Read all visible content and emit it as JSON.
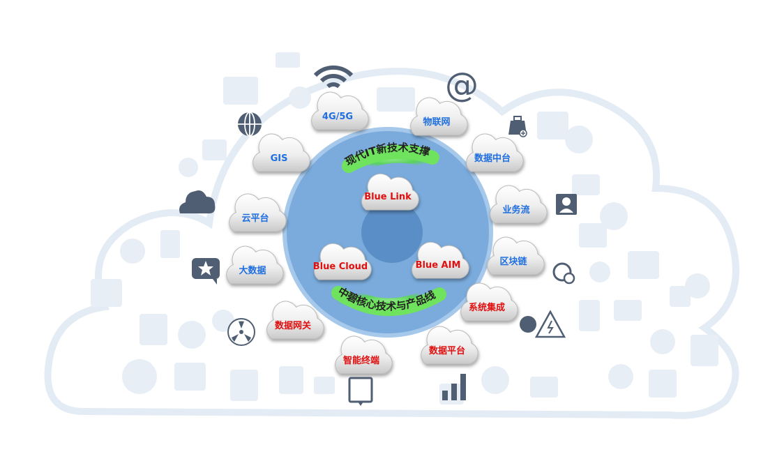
{
  "center": {
    "arc_top": "现代IT新技术支撑",
    "arc_bottom": "中碧核心技术与产品线"
  },
  "products": [
    {
      "label": "Blue Link"
    },
    {
      "label": "Blue Cloud"
    },
    {
      "label": "Blue AIM"
    }
  ],
  "ring": [
    {
      "label": "4G/5G",
      "color": "#1f6fe0"
    },
    {
      "label": "物联网",
      "color": "#1f6fe0"
    },
    {
      "label": "数据中台",
      "color": "#1f6fe0"
    },
    {
      "label": "业务流",
      "color": "#1f6fe0"
    },
    {
      "label": "区块链",
      "color": "#1f6fe0"
    },
    {
      "label": "系统集成",
      "color": "#e01010"
    },
    {
      "label": "数据平台",
      "color": "#e01010"
    },
    {
      "label": "智能终端",
      "color": "#e01010"
    },
    {
      "label": "数据网关",
      "color": "#e01010"
    },
    {
      "label": "大数据",
      "color": "#1f6fe0"
    },
    {
      "label": "云平台",
      "color": "#1f6fe0"
    },
    {
      "label": "GIS",
      "color": "#1f6fe0"
    }
  ],
  "icons": [
    "wifi-icon",
    "at-icon",
    "shopping-bag-icon",
    "user-portrait-icon",
    "fingerprint-icon",
    "warning-icon",
    "bar-chart-icon",
    "chat-box-icon",
    "radiation-icon",
    "star-badge-icon",
    "cloud-icon",
    "globe-icon"
  ],
  "colors": {
    "disc": "#7aabdc",
    "core": "#5a8ec6",
    "arc_band": "#4fd44a",
    "product_text": "#e01010",
    "icon": "#4f5e72",
    "bg_outline": "#e6edf5"
  }
}
